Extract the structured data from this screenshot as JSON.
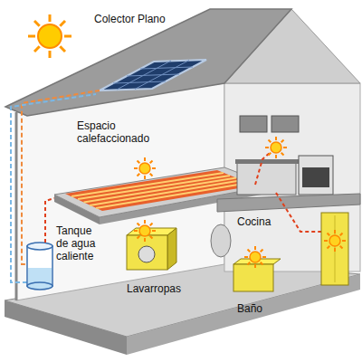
{
  "diagram": {
    "labels": [
      "Colector Plano",
      "Espacio calefaccionado",
      "Cocina",
      "Tanque de agua caliente",
      "Lavarropas",
      "Baño"
    ]
  }
}
